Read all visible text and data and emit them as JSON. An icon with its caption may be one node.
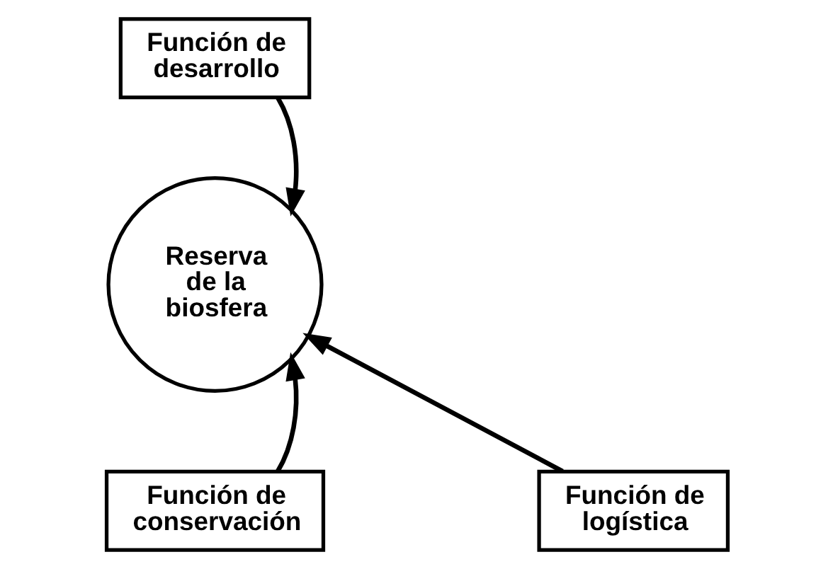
{
  "diagram": {
    "nodes": [
      {
        "text": [
          "Función de desarrollo"
        ]
      },
      {
        "text": [
          "Reserva de la biosfera"
        ]
      },
      {
        "text": [
          "Función de conservación"
        ]
      },
      {
        "text": [
          "Función de logística"
        ]
      }
    ],
    "edges": [
      {
        "from": 0,
        "to": 1,
        "arrow": "to"
      },
      {
        "from": 2,
        "to": 1,
        "arrow": "to"
      },
      {
        "from": 3,
        "to": 1,
        "arrow": "to"
      }
    ]
  }
}
